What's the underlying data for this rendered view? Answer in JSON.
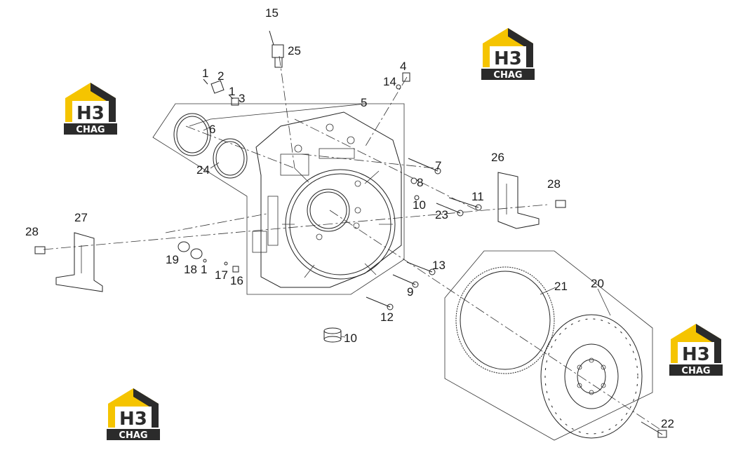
{
  "logo": {
    "mark": "H3",
    "sub": "CHAG",
    "color_yellow": "#f5c400",
    "color_dark": "#2b2b2b"
  },
  "parts": [
    {
      "id": "p15",
      "label": "15"
    },
    {
      "id": "p25",
      "label": "25"
    },
    {
      "id": "p1a",
      "label": "1"
    },
    {
      "id": "p2",
      "label": "2"
    },
    {
      "id": "p1b",
      "label": "1"
    },
    {
      "id": "p3",
      "label": "3"
    },
    {
      "id": "p4",
      "label": "4"
    },
    {
      "id": "p14",
      "label": "14"
    },
    {
      "id": "p5",
      "label": "5"
    },
    {
      "id": "p6",
      "label": "6"
    },
    {
      "id": "p24",
      "label": "24"
    },
    {
      "id": "p7",
      "label": "7"
    },
    {
      "id": "p26",
      "label": "26"
    },
    {
      "id": "p28a",
      "label": "28"
    },
    {
      "id": "p8",
      "label": "8"
    },
    {
      "id": "p11",
      "label": "11"
    },
    {
      "id": "p10a",
      "label": "10"
    },
    {
      "id": "p23",
      "label": "23"
    },
    {
      "id": "p27",
      "label": "27"
    },
    {
      "id": "p28b",
      "label": "28"
    },
    {
      "id": "p19",
      "label": "19"
    },
    {
      "id": "p18",
      "label": "18"
    },
    {
      "id": "p1c",
      "label": "1"
    },
    {
      "id": "p17",
      "label": "17"
    },
    {
      "id": "p16",
      "label": "16"
    },
    {
      "id": "p13",
      "label": "13"
    },
    {
      "id": "p9",
      "label": "9"
    },
    {
      "id": "p12",
      "label": "12"
    },
    {
      "id": "p21",
      "label": "21"
    },
    {
      "id": "p20",
      "label": "20"
    },
    {
      "id": "p10b",
      "label": "10"
    },
    {
      "id": "p22",
      "label": "22"
    }
  ]
}
